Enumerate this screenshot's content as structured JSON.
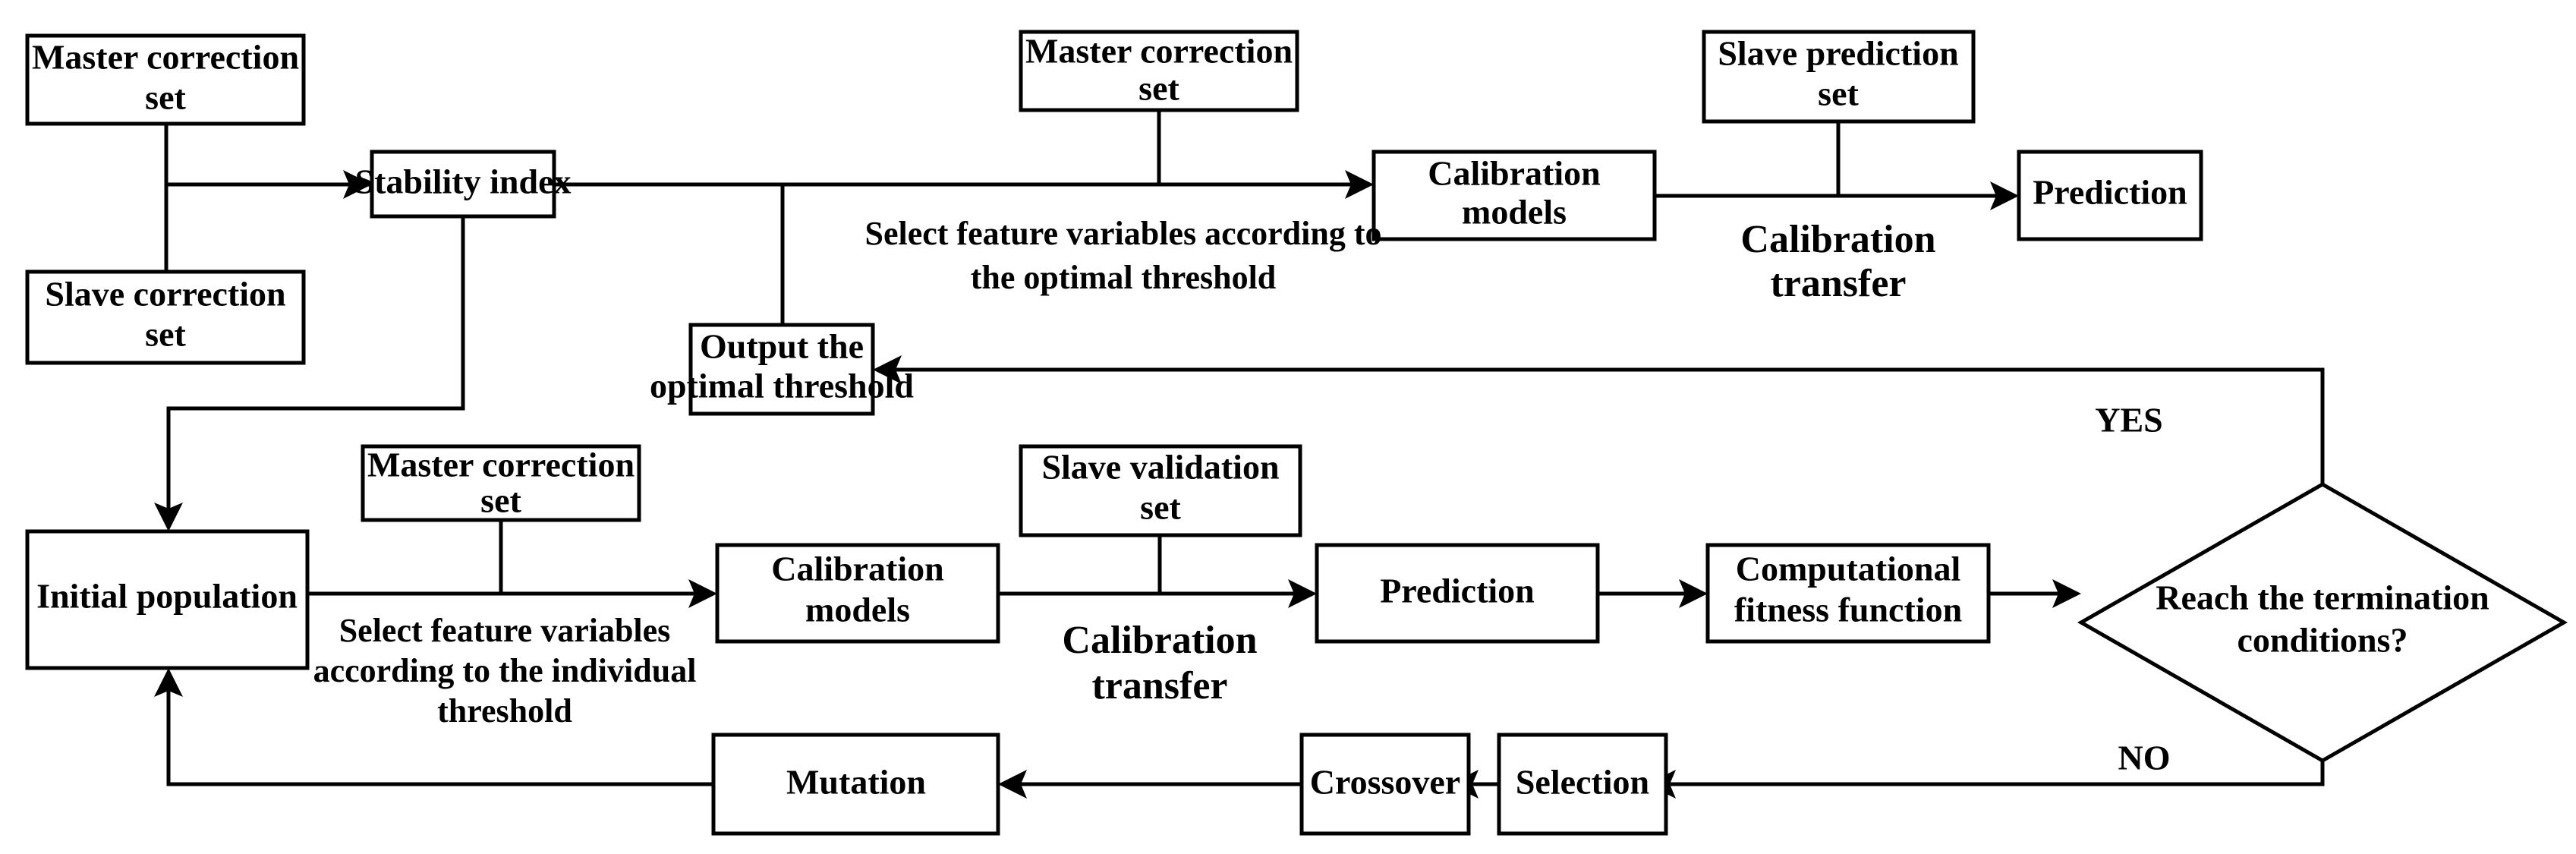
{
  "diagram": {
    "title": "Feature selection and calibration transfer genetic algorithm flowchart",
    "type": "flowchart",
    "background_color": "#ffffff",
    "stroke_color": "#000000",
    "nodes": [
      {
        "id": "master_correction_set_1",
        "shape": "rectangle",
        "lines": [
          "Master correction",
          "set"
        ]
      },
      {
        "id": "slave_correction_set",
        "shape": "rectangle",
        "lines": [
          "Slave correction",
          "set"
        ]
      },
      {
        "id": "stability_index",
        "shape": "rectangle",
        "lines": [
          "Stability index"
        ]
      },
      {
        "id": "master_correction_set_2",
        "shape": "rectangle",
        "lines": [
          "Master correction",
          "set"
        ]
      },
      {
        "id": "calibration_models_top",
        "shape": "rectangle",
        "lines": [
          "Calibration",
          "models"
        ]
      },
      {
        "id": "slave_prediction_set",
        "shape": "rectangle",
        "lines": [
          "Slave prediction",
          "set"
        ]
      },
      {
        "id": "prediction_top",
        "shape": "rectangle",
        "lines": [
          "Prediction"
        ]
      },
      {
        "id": "output_optimal_threshold",
        "shape": "rectangle",
        "lines": [
          "Output the",
          "optimal threshold"
        ]
      },
      {
        "id": "initial_population",
        "shape": "rectangle",
        "lines": [
          "Initial population"
        ]
      },
      {
        "id": "master_correction_set_3",
        "shape": "rectangle",
        "lines": [
          "Master correction",
          "set"
        ]
      },
      {
        "id": "calibration_models_bottom",
        "shape": "rectangle",
        "lines": [
          "Calibration",
          "models"
        ]
      },
      {
        "id": "slave_validation_set",
        "shape": "rectangle",
        "lines": [
          "Slave validation",
          "set"
        ]
      },
      {
        "id": "prediction_bottom",
        "shape": "rectangle",
        "lines": [
          "Prediction"
        ]
      },
      {
        "id": "computational_fitness",
        "shape": "rectangle",
        "lines": [
          "Computational",
          "fitness function"
        ]
      },
      {
        "id": "termination_decision",
        "shape": "diamond",
        "lines": [
          "Reach the termination",
          "conditions?"
        ]
      },
      {
        "id": "selection",
        "shape": "rectangle",
        "lines": [
          "Selection"
        ]
      },
      {
        "id": "crossover",
        "shape": "rectangle",
        "lines": [
          "Crossover"
        ]
      },
      {
        "id": "mutation",
        "shape": "rectangle",
        "lines": [
          "Mutation"
        ]
      }
    ],
    "edge_labels": {
      "select_optimal": [
        "Select feature variables according to",
        "the optimal threshold"
      ],
      "calibration_transfer_top": [
        "Calibration",
        "transfer"
      ],
      "select_individual": [
        "Select feature variables",
        "according to the individual",
        "threshold"
      ],
      "calibration_transfer_bottom": [
        "Calibration",
        "transfer"
      ],
      "yes": "YES",
      "no": "NO"
    }
  }
}
